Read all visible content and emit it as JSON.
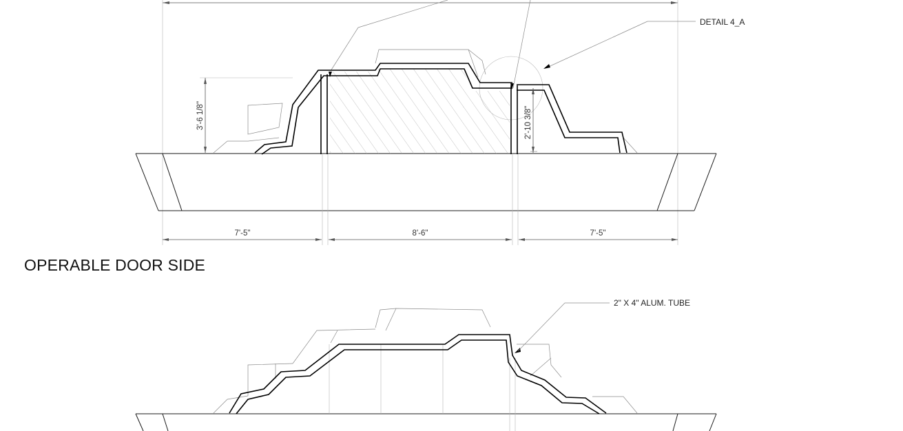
{
  "top_view": {
    "callout_detail": "DETAIL 4_A",
    "dim_left_height": "3'-6 1/8\"",
    "dim_right_height": "2'-10 3/8\"",
    "dim_bottom_left": "7'-5\"",
    "dim_bottom_center": "8'-6\"",
    "dim_bottom_right": "7'-5\""
  },
  "section_title": "OPERABLE DOOR SIDE",
  "bottom_view": {
    "callout_tube": "2\" X 4\" ALUM. TUBE"
  }
}
